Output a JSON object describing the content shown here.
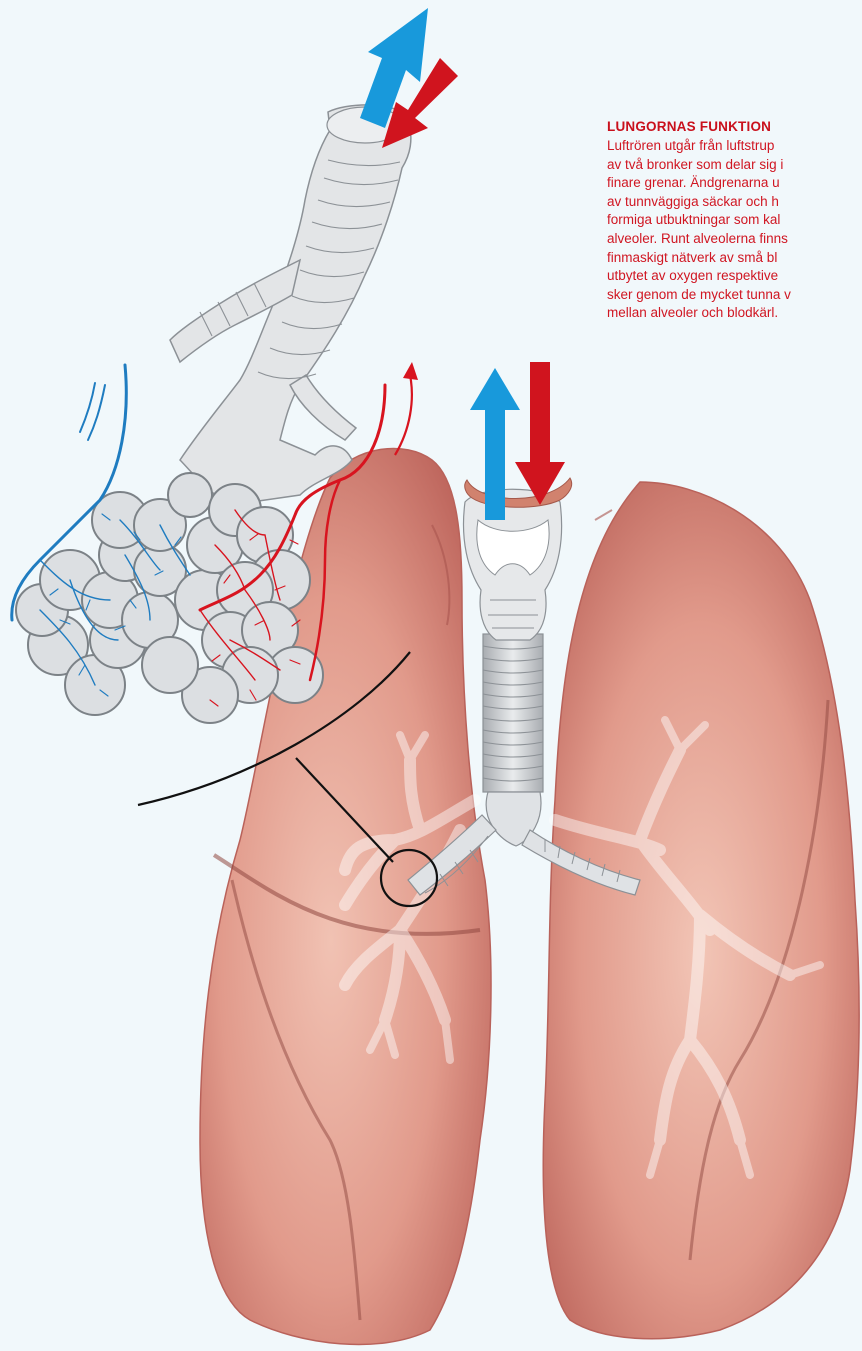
{
  "heading": "LUNGORNAS FUNKTION",
  "body_lines": [
    "Luftrören utgår från luftstrup",
    "av två bronker som delar sig i",
    "finare grenar. Ändgrenarna u",
    "av tunnväggiga säckar och h",
    "formiga utbuktningar som kal",
    "alveoler. Runt alveolerna finns",
    "finmaskigt nätverk av små bl",
    "utbytet av oxygen respektive",
    "sker genom de mycket tunna v",
    "mellan alveoler och blodkärl."
  ],
  "colors": {
    "background": "#f1f8fb",
    "oxygen_arrow": "#1899db",
    "co2_arrow": "#d0141e",
    "vein_blue": "#1f7cc0",
    "artery_red": "#d8141f",
    "lung": "#d9867a",
    "airway": "#e3e5e7"
  },
  "icons": {
    "inflow": "blue-up-arrow-icon",
    "outflow": "red-down-arrow-icon"
  }
}
